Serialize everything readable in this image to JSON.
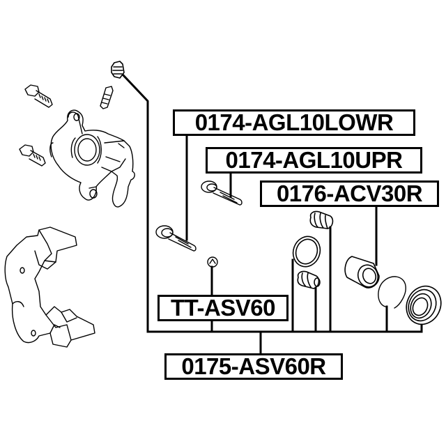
{
  "diagram": {
    "type": "exploded-parts-diagram",
    "subject": "rear brake caliper assembly",
    "line_color": "#000000",
    "background": "#ffffff"
  },
  "labels": {
    "lowr": "0174-AGL10LOWR",
    "upr": "0174-AGL10UPR",
    "piston": "0176-ACV30R",
    "cap": "TT-ASV60",
    "kit": "0175-ASV60R"
  },
  "parts": [
    {
      "id": "caliper-body",
      "label": null
    },
    {
      "id": "caliper-bracket",
      "label": null
    },
    {
      "id": "mount-bolt-upper",
      "label": null
    },
    {
      "id": "mount-bolt-lower",
      "label": null
    },
    {
      "id": "bleeder-screw",
      "label": null
    },
    {
      "id": "bleeder-cap-top",
      "label": "0175-ASV60R"
    },
    {
      "id": "guide-pin-lower",
      "label": "0174-AGL10LOWR"
    },
    {
      "id": "guide-pin-upper",
      "label": "0174-AGL10UPR"
    },
    {
      "id": "bleeder-cap",
      "label": "TT-ASV60"
    },
    {
      "id": "pin-boot-upper",
      "label": "0175-ASV60R"
    },
    {
      "id": "pin-boot-lower",
      "label": "0175-ASV60R"
    },
    {
      "id": "boot-ring",
      "label": "0175-ASV60R"
    },
    {
      "id": "piston",
      "label": "0176-ACV30R"
    },
    {
      "id": "piston-seal",
      "label": "0175-ASV60R"
    },
    {
      "id": "dust-boot",
      "label": "0175-ASV60R"
    }
  ]
}
